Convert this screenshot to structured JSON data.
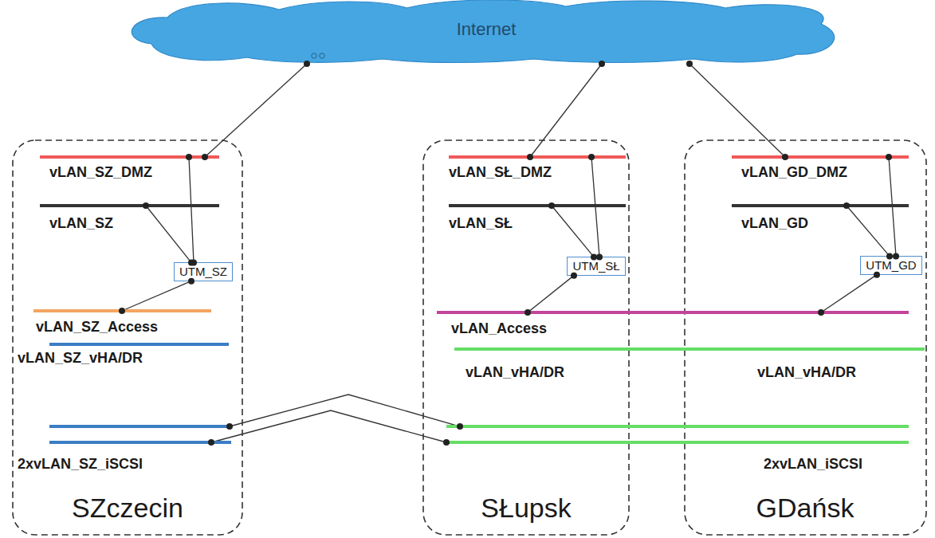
{
  "diagram": {
    "nodes": [
      {
        "text": [
          "Internet"
        ]
      },
      {
        "text": [
          "SZczecin"
        ]
      },
      {
        "text": [
          "vLAN_SZ_DMZ"
        ],
        "in": 1
      },
      {
        "text": [
          "vLAN_SZ"
        ],
        "in": 1
      },
      {
        "text": [
          "UTM_SZ"
        ],
        "in": 1
      },
      {
        "text": [
          "vLAN_SZ_Access"
        ],
        "in": 1
      },
      {
        "text": [
          "vLAN_SZ_vHA/DR"
        ],
        "in": 1
      },
      {
        "text": [
          "2xvLAN_SZ_iSCSI"
        ],
        "in": 1
      },
      {
        "text": [
          "SŁupsk"
        ]
      },
      {
        "text": [
          "vLAN_SŁ_DMZ"
        ],
        "in": 8
      },
      {
        "text": [
          "vLAN_SŁ"
        ],
        "in": 8
      },
      {
        "text": [
          "UTM_SŁ"
        ],
        "in": 8
      },
      {
        "text": [
          "GDańsk"
        ]
      },
      {
        "text": [
          "vLAN_GD_DMZ"
        ],
        "in": 12
      },
      {
        "text": [
          "vLAN_GD"
        ],
        "in": 12
      },
      {
        "text": [
          "UTM_GD"
        ],
        "in": 12
      },
      {
        "text": [
          "vLAN_Access"
        ]
      },
      {
        "text": [
          "vLAN_vHA/DR",
          "vLAN_vHA/DR"
        ]
      },
      {
        "text": [
          "2xvLAN_iSCSI"
        ]
      }
    ],
    "edges": [
      {
        "from": 0,
        "to": 2,
        "arrow": "none"
      },
      {
        "from": 0,
        "to": 9,
        "arrow": "none"
      },
      {
        "from": 0,
        "to": 13,
        "arrow": "none"
      },
      {
        "from": 4,
        "to": 2,
        "arrow": "none"
      },
      {
        "from": 4,
        "to": 3,
        "arrow": "none"
      },
      {
        "from": 4,
        "to": 5,
        "arrow": "none"
      },
      {
        "from": 11,
        "to": 9,
        "arrow": "none"
      },
      {
        "from": 11,
        "to": 10,
        "arrow": "none"
      },
      {
        "from": 11,
        "to": 16,
        "arrow": "none"
      },
      {
        "from": 15,
        "to": 13,
        "arrow": "none"
      },
      {
        "from": 15,
        "to": 14,
        "arrow": "none"
      },
      {
        "from": 15,
        "to": 16,
        "arrow": "none"
      },
      {
        "from": 7,
        "to": 18,
        "arrow": "none"
      },
      {
        "from": 7,
        "to": 18,
        "arrow": "none"
      }
    ]
  }
}
